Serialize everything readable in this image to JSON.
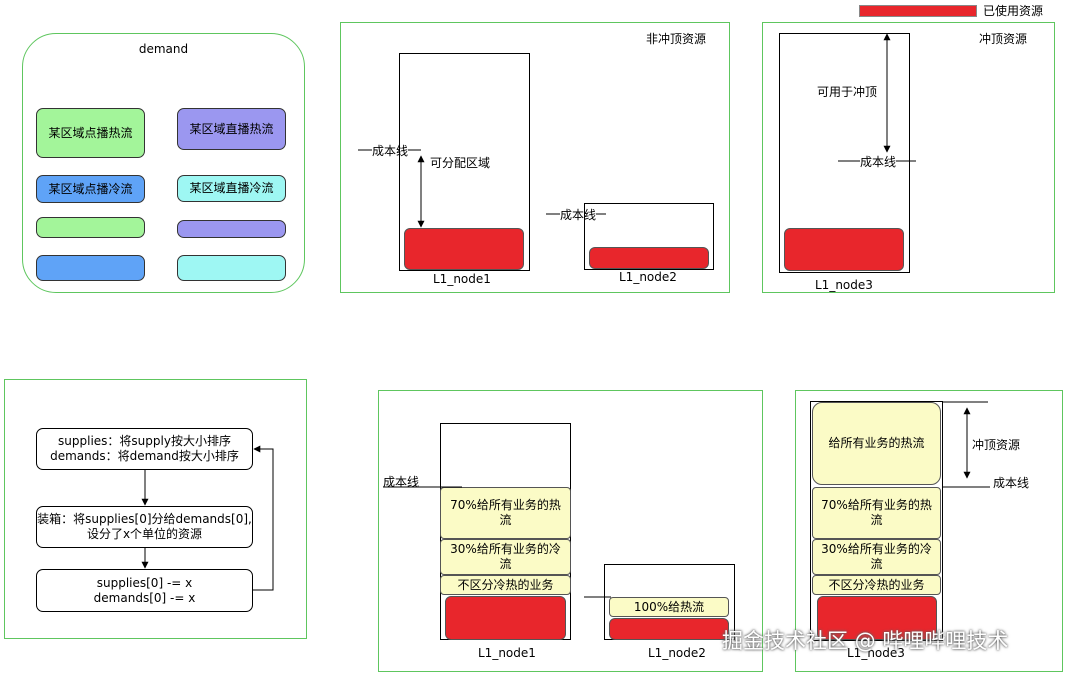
{
  "legend": {
    "label": "已使用资源",
    "color": "#e8262c"
  },
  "demand": {
    "title": "demand",
    "items": [
      "某区域点播热流",
      "某区域直播热流",
      "某区域点播冷流",
      "某区域直播冷流"
    ],
    "colors": {
      "vod_hot": "#a3f59a",
      "live_hot": "#9b97f0",
      "vod_cold": "#5fa3f7",
      "live_cold": "#9ef7f3"
    }
  },
  "non_peak": {
    "title": "非冲顶资源",
    "cost_line": "成本线",
    "allocatable": "可分配区域",
    "node1": "L1_node1",
    "node2": "L1_node2"
  },
  "peak": {
    "title": "冲顶资源",
    "available": "可用于冲顶",
    "cost_line": "成本线",
    "node3": "L1_node3"
  },
  "flow": {
    "step1": [
      "supplies：将supply按大小排序",
      "demands：将demand按大小排序"
    ],
    "step2": [
      "装箱：将supplies[0]分给demands[0],",
      "设分了x个单位的资源"
    ],
    "step3": [
      "supplies[0] -= x",
      "demands[0] -= x"
    ]
  },
  "alloc": {
    "cost_line": "成本线",
    "hot70": "70%给所有业务的热流",
    "cold30": "30%给所有业务的冷流",
    "mixed": "不区分冷热的业务",
    "hot100": "100%给热流",
    "node1": "L1_node1",
    "node2": "L1_node2"
  },
  "alloc_peak": {
    "top": "给所有业务的热流",
    "peak_res": "冲顶资源",
    "cost_line": "成本线",
    "hot70": "70%给所有业务的热流",
    "cold30": "30%给所有业务的冷流",
    "mixed": "不区分冷热的业务",
    "node3": "L1_node3"
  },
  "watermark": "掘金技术社区 @ 哔哩哔哩技术"
}
